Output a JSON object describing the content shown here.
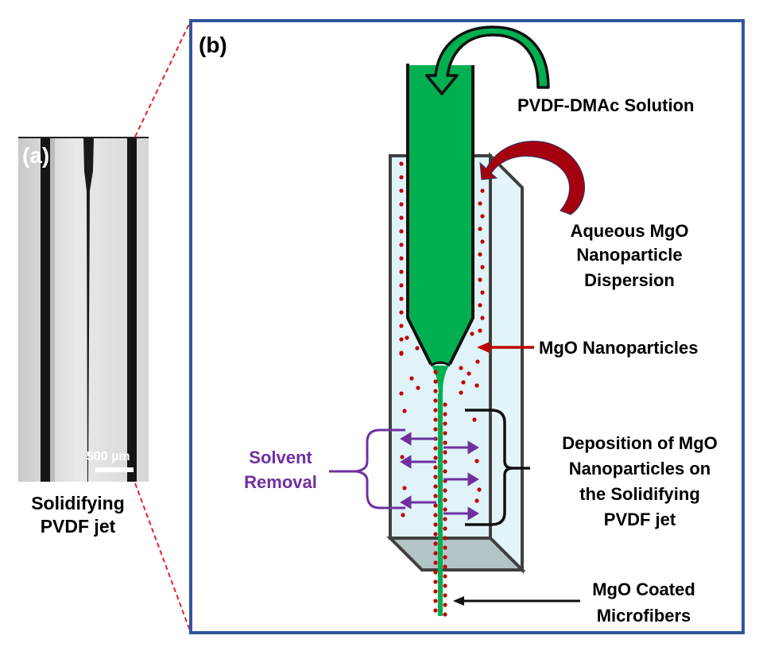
{
  "panel_a": {
    "label": "(a)",
    "scale_bar": "500 µm",
    "caption_lines": [
      "Solidifying",
      "PVDF jet"
    ]
  },
  "panel_b": {
    "label": "(b)",
    "labels": {
      "pvdf_solution": "PVDF-DMAc Solution",
      "dispersion": [
        "Aqueous MgO",
        "Nanoparticle",
        "Dispersion"
      ],
      "nanoparticles": "MgO Nanoparticles",
      "deposition": [
        "Deposition of MgO",
        "Nanoparticles on",
        "the Solidifying",
        "PVDF jet"
      ],
      "solvent_removal": [
        "Solvent",
        "Removal"
      ],
      "coated_fibers": [
        "MgO Coated",
        "Microfibers"
      ]
    }
  },
  "colors": {
    "frame_blue": "#2f569c",
    "zoom_lines_red": "#e8212b",
    "pvdf_green": "#00b050",
    "particle_red": "#c00000",
    "arrow_red": "#a50010",
    "solvent_purple": "#7030a0",
    "bath_fill": "#dff3f8",
    "bath_bottom": "#b3c4c6",
    "outline_dark": "#404040"
  }
}
